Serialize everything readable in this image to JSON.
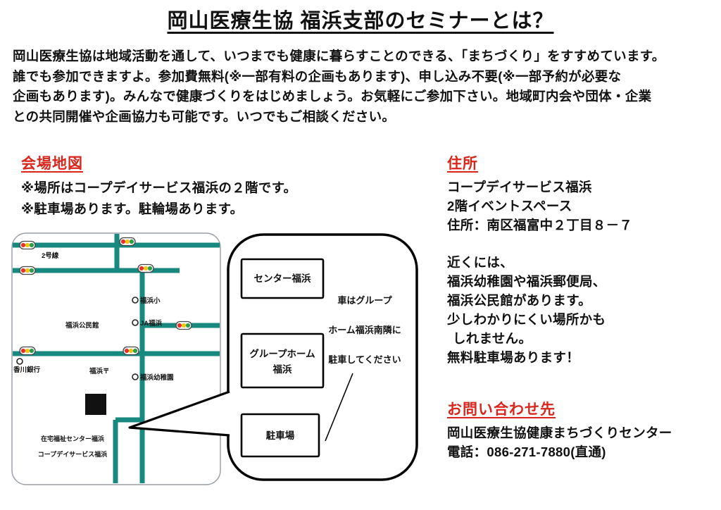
{
  "theme": {
    "heading_red": "#d9261c",
    "road_teal": "#17897f",
    "text_black": "#111111"
  },
  "page": {
    "title": "岡山医療生協 福浜支部のセミナーとは？",
    "intro_lines": [
      "岡山医療生協は地域活動を通して、いつまでも健康に暮らすことのできる、「まちづくり」をすすめています。",
      "誰でも参加できますよ。参加費無料(※一部有料の企画もあります)、申し込み不要(※一部予約が必要な",
      "企画もあります)。みんなで健康づくりをはじめましょう。お気軽にご参加下さい。地域町内会や団体・企業",
      "との共同開催や企画協力も可能です。いつでもご相談ください。"
    ]
  },
  "map_section": {
    "heading": "会場地図",
    "notes": [
      "※場所はコープデイサービス福浜の２階です。",
      "※駐車場あります。駐輪場あります。"
    ],
    "map_colors": {
      "road": "#17897f"
    },
    "map_labels": {
      "route": "2号線",
      "elementary_school": "福浜小",
      "community_hall": "福浜公民館",
      "ja": "JA福浜",
      "bank": "香川銀行",
      "post_office": "福浜〒",
      "kindergarten": "福浜幼稚園",
      "destination_line1": "在宅福祉センター福浜",
      "destination_line2": "コープデイサービス福浜"
    },
    "callout": {
      "box_center": "センター福浜",
      "box_grouphome_line1": "グループホーム",
      "box_grouphome_line2": "福浜",
      "box_parking": "駐車場",
      "note_lines": [
        "車はグループ",
        "ホーム福浜南隣に",
        "駐車してください"
      ]
    }
  },
  "address_section": {
    "heading": "住所",
    "lines": [
      "コープデイサービス福浜",
      "2階イベントスペース",
      "住所：南区福富中２丁目８－７"
    ],
    "nearby_lines": [
      "近くには、",
      "福浜幼稚園や福浜郵便局、",
      "福浜公民館があります。",
      "少しわかりにくい場所かも",
      "しれません。",
      "無料駐車場あります！"
    ]
  },
  "contact_section": {
    "heading": "お問い合わせ先",
    "org": "岡山医療生協健康まちづくりセンター",
    "phone": "電話：086-271-7880(直通)"
  }
}
